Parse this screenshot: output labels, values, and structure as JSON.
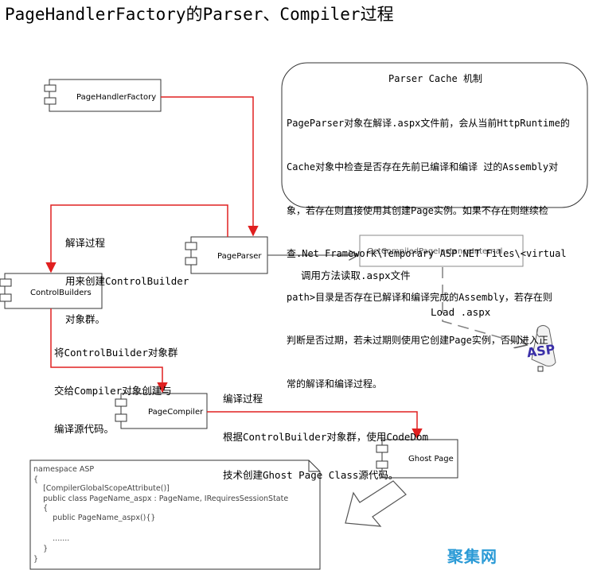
{
  "title": "PageHandlerFactory的Parser、Compiler过程",
  "components": {
    "page_handler_factory": "PageHandlerFactory",
    "page_parser": "PageParser",
    "control_builders": "ControlBuilders",
    "page_compiler": "PageCompiler",
    "ghost_page": "Ghost Page",
    "get_compiled": "GetCompiledPageInstanceInternal"
  },
  "annotations": {
    "parse_process": [
      "解译过程",
      "用来创建ControlBuilder",
      "对象群。"
    ],
    "handoff": [
      "将ControlBuilder对象群",
      "交给Compiler对象创建与",
      "编译源代码。"
    ],
    "compile_process": [
      "编译过程",
      "根据ControlBuilder对象群，使用CodeDom",
      "技术创建Ghost Page Class源代码。"
    ],
    "call_method": "调用方法读取.aspx文件",
    "load_aspx": "Load .aspx"
  },
  "note": {
    "heading": "Parser Cache 机制",
    "lines": [
      "PageParser对象在解译.aspx文件前，会从当前HttpRuntime的",
      "Cache对象中检查是否存在先前已编译和编译 过的Assembly对",
      "象，若存在则直接使用其创建Page实例。如果不存在则继续检",
      "查.Net Framework\\Temporary ASP.NET Files\\<virtual",
      "path>目录是否存在已解译和编译完成的Assembly，若存在则",
      "判断是否过期，若未过期则使用它创建Page实例，否则进入正",
      "常的解译和编译过程。"
    ]
  },
  "code": [
    "namespace ASP",
    "{",
    "    [CompilerGlobalScopeAttribute()]",
    "    public class PageName_aspx : PageName, IRequiresSessionState",
    "    {",
    "        public PageName_aspx(){}",
    "",
    "        .......",
    "    }",
    "}"
  ],
  "asp_icon_text": "ASP",
  "watermark": "聚集网",
  "colors": {
    "arrow_red": "#e02020",
    "dashed_gray": "#808080",
    "line_gray": "#606060"
  }
}
